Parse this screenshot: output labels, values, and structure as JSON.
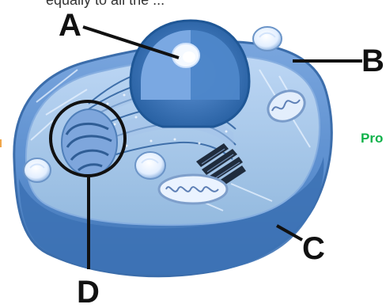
{
  "diagram": {
    "top_text": "equally to all the ...",
    "side_text": "Pro",
    "left_mark": "",
    "labels": {
      "a": "A",
      "b": "B",
      "c": "C",
      "d": "D"
    },
    "colors": {
      "cell_dark": "#3f75b9",
      "cell_mid": "#6b98d4",
      "cell_light": "#a8c6ee",
      "cell_pale": "#d8e8fb",
      "nucleus_inner": "#2f6fb4",
      "nucleolus": "#f0f6ff",
      "side_text": "#0fb24a",
      "left_mark": "#f0a64a"
    }
  }
}
